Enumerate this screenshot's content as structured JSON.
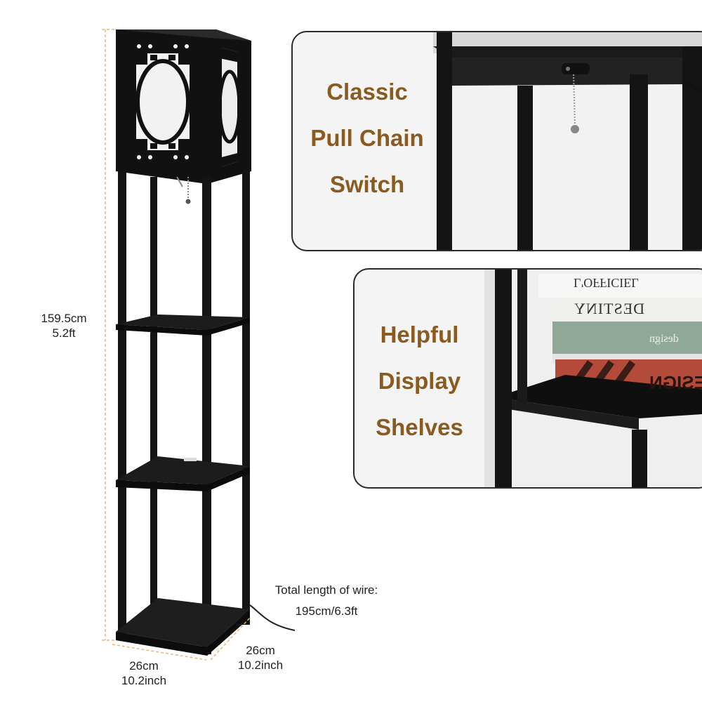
{
  "dimensions": {
    "height_cm": "159.5cm",
    "height_ft": "5.2ft",
    "width_cm": "26cm",
    "width_inch": "10.2inch",
    "depth_cm": "26cm",
    "depth_inch": "10.2inch",
    "wire_label": "Total length of wire:",
    "wire_value": "195cm/6.3ft"
  },
  "features": [
    {
      "lines": [
        "Classic",
        "Pull Chain",
        "Switch"
      ]
    },
    {
      "lines": [
        "Helpful",
        "Display",
        "Shelves"
      ]
    }
  ],
  "books": {
    "top_spine": "L'OFFICIEL",
    "middle_spine": "DESTINY",
    "green_spine": "design",
    "red_spine": "DESIGN"
  },
  "colors": {
    "frame": "#141414",
    "accent_text": "#8a5a1f",
    "dimension_line": "#e6b57a"
  }
}
